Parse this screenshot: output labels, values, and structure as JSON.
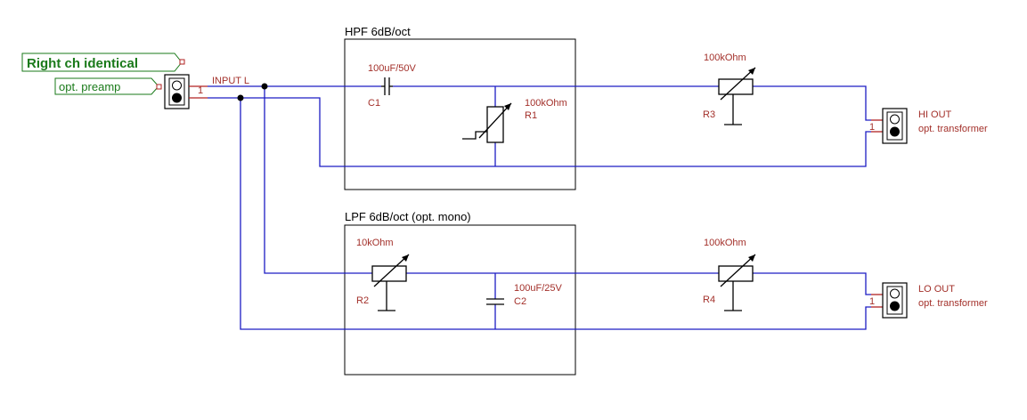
{
  "filters": {
    "hpf_title": "HPF 6dB/oct",
    "lpf_title": "LPF 6dB/oct (opt. mono)"
  },
  "flags": {
    "right_channel": "Right ch identical",
    "preamp": "opt. preamp"
  },
  "input": {
    "label": "INPUT L",
    "pin": "1"
  },
  "components": {
    "c1": {
      "name": "C1",
      "value": "100uF/50V"
    },
    "r1": {
      "name": "R1",
      "value": "100kOhm"
    },
    "r3": {
      "name": "R3",
      "value": "100kOhm"
    },
    "r2": {
      "name": "R2",
      "value": "10kOhm"
    },
    "c2": {
      "name": "C2",
      "value": "100uF/25V"
    },
    "r4": {
      "name": "R4",
      "value": "100kOhm"
    }
  },
  "outputs": {
    "hi": {
      "label": "HI OUT",
      "note": "opt. transformer",
      "pin": "1"
    },
    "lo": {
      "label": "LO OUT",
      "note": "opt. transformer",
      "pin": "1"
    }
  },
  "colors": {
    "wire": "#1c1cc4",
    "component": "#000000",
    "label": "#a3302a",
    "flag": "#1a7a1a"
  }
}
